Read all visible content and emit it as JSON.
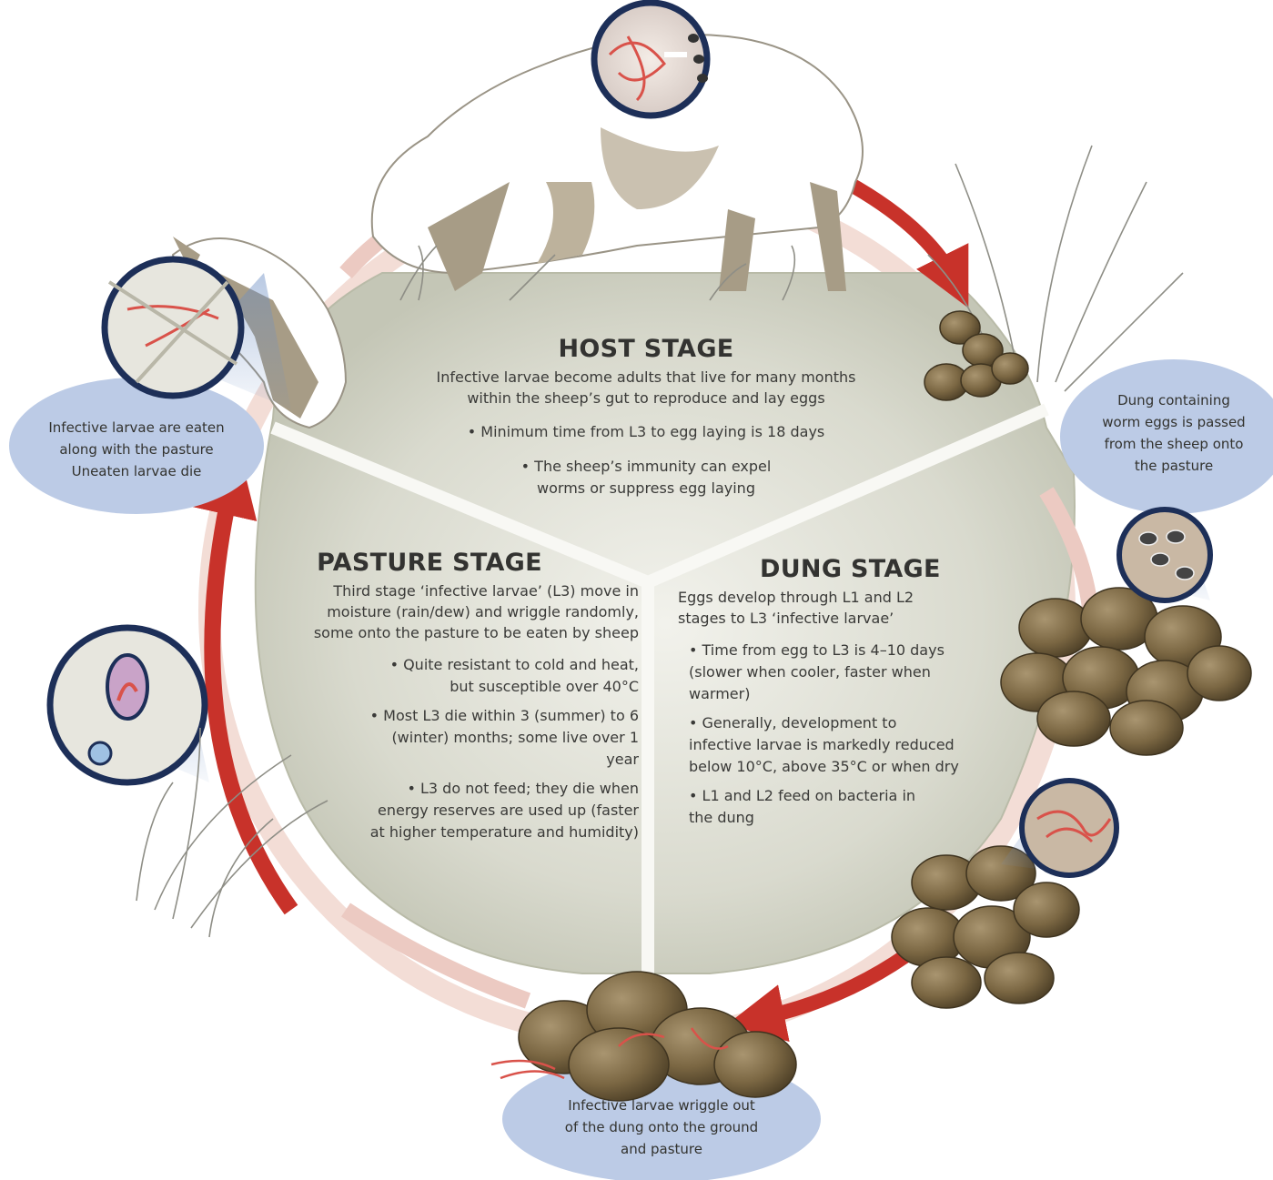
{
  "host": {
    "title": "HOST STAGE",
    "desc_lines": [
      "Infective larvae become adults that live for many months",
      "within the sheep’s gut to reproduce and lay eggs"
    ],
    "bullets": [
      "• Minimum time from L3 to egg laying is 18 days",
      "• The sheep’s immunity can expel worms or suppress egg laying"
    ]
  },
  "pasture": {
    "title": "PASTURE STAGE",
    "desc_lines": [
      "Third stage ‘infective larvae’ (L3) move in",
      "moisture (rain/dew) and wriggle randomly,",
      "some onto the pasture to be eaten by sheep"
    ],
    "bullets": [
      "• Quite resistant to cold and heat, but susceptible over 40°C",
      "• Most L3 die within 3 (summer) to 6 (winter) months; some live over 1 year",
      "• L3 do not feed; they die when energy reserves are used up (faster at higher temperature and humidity)"
    ]
  },
  "dung": {
    "title": "DUNG STAGE",
    "desc_lines": [
      "Eggs develop through L1 and L2",
      "stages to L3 ‘infective larvae’"
    ],
    "bullets": [
      "• Time from egg to L3 is 4–10 days (slower when cooler, faster when warmer)",
      "• Generally, development to infective larvae is markedly reduced below 10°C, above 35°C or when dry",
      "• L1 and L2 feed on bacteria in the dung"
    ]
  },
  "callouts": {
    "left": [
      "Infective larvae are eaten",
      "along with the pasture",
      "Uneaten larvae die"
    ],
    "right": [
      "Dung containing",
      "worm eggs is passed",
      "from the sheep onto",
      "the pasture"
    ],
    "bottom": [
      "Infective larvae wriggle out",
      "of the dung onto the ground",
      "and pasture"
    ]
  },
  "colors": {
    "arrow": "#c8322a",
    "panel": "#d4d5c6",
    "bubble": "#bccbe6",
    "dung": "#7d6a44",
    "larvae": "#d9524a"
  },
  "icons": [
    "sheep-icon",
    "worms-magnifier-icon",
    "dung-pile-icon",
    "egg-magnifier-icon",
    "grass-icon",
    "cycle-arrow-icon"
  ]
}
